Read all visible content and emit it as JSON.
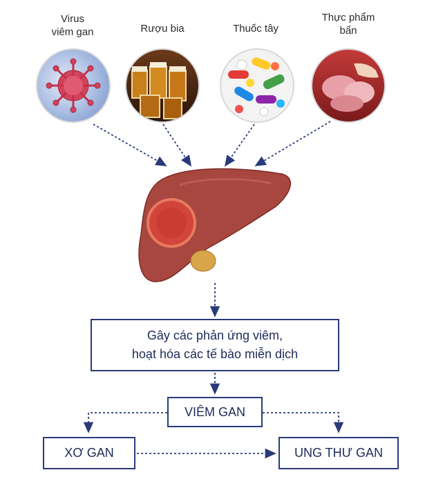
{
  "sources": [
    {
      "line1": "Virus",
      "line2": "viêm gan",
      "icon": "virus-icon"
    },
    {
      "line1": "Rượu bia",
      "line2": "",
      "icon": "beer-icon"
    },
    {
      "line1": "Thuốc tây",
      "line2": "",
      "icon": "pills-icon"
    },
    {
      "line1": "Thực phẩm",
      "line2": "bẩn",
      "icon": "meat-icon"
    }
  ],
  "center_icon": "liver-icon",
  "reaction": {
    "line1": "Gây các phản ứng viêm,",
    "line2": "hoạt hóa các tế bào miễn dịch"
  },
  "hepatitis": "VIÊM GAN",
  "cirrhosis": "XƠ GAN",
  "cancer": "UNG THƯ GAN",
  "colors": {
    "box_border": "#2a3a78",
    "arrow": "#2a3a78",
    "liver": "#a8473f"
  }
}
